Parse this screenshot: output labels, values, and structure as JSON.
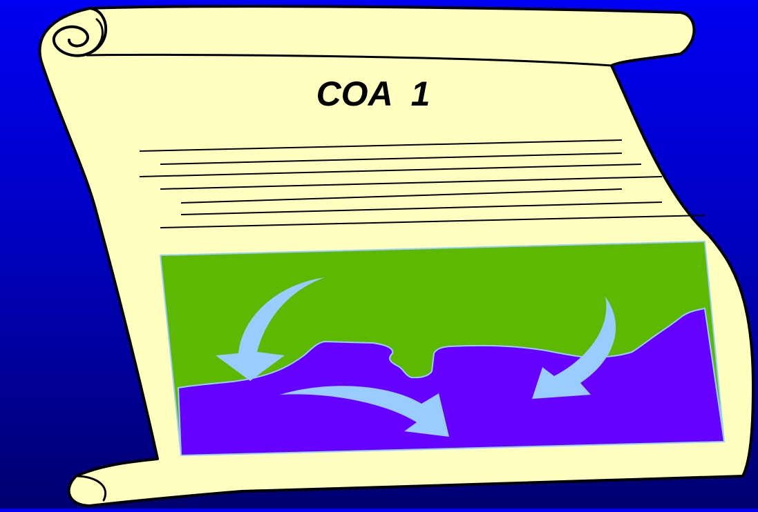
{
  "slide": {
    "title": "COA  1"
  },
  "colors": {
    "background_top": "#0000f2",
    "background_bottom": "#000070",
    "scroll_paper": "#ffffc0",
    "scroll_outline": "#000000",
    "land": "#5cb800",
    "water": "#6600ff",
    "arrows": "#99ccff"
  },
  "illustration": {
    "type": "scroll-with-map",
    "map_features": [
      "land-area",
      "water-area",
      "maneuver-arrow-northwest",
      "maneuver-arrow-center",
      "maneuver-arrow-east"
    ]
  }
}
